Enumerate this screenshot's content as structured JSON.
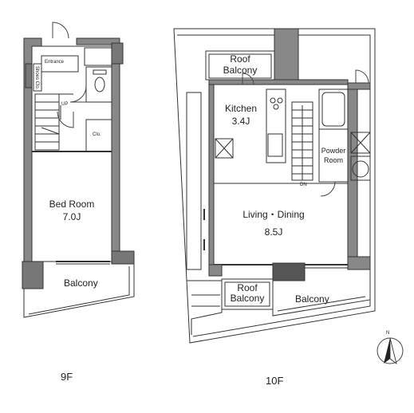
{
  "floors": [
    {
      "label": "9F",
      "rooms": {
        "entrance": "Entrance",
        "shoes_closet": "Shoes Clo.",
        "closet": "Clo.",
        "stair_up": "UP",
        "bed_room_name": "Bed Room",
        "bed_room_size": "7.0J",
        "balcony": "Balcony"
      }
    },
    {
      "label": "10F",
      "rooms": {
        "roof_balcony_top_line1": "Roof",
        "roof_balcony_top_line2": "Balcony",
        "kitchen_name": "Kitchen",
        "kitchen_size": "3.4J",
        "powder_room_line1": "Powder",
        "powder_room_line2": "Room",
        "stair_down": "DN",
        "living_dining_name": "Living・Dining",
        "living_dining_size": "8.5J",
        "roof_balcony_bottom_line1": "Roof",
        "roof_balcony_bottom_line2": "Balcony",
        "balcony": "Balcony"
      }
    }
  ],
  "compass": {
    "north": "N"
  },
  "colors": {
    "wall": "#7a7a7a",
    "wall_dark": "#555555",
    "line": "#333333",
    "door_arc": "#444444"
  }
}
